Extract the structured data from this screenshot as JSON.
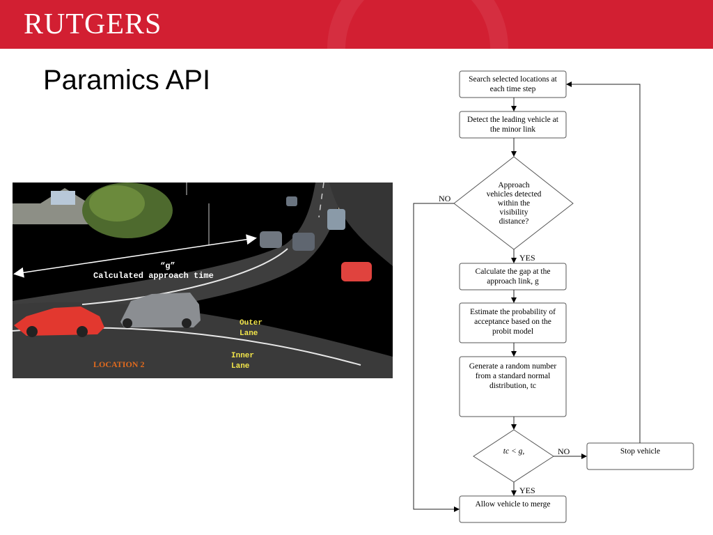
{
  "header": {
    "logo": "RUTGERS"
  },
  "slide": {
    "title": "Paramics API"
  },
  "scene": {
    "annotation_g": "“g”",
    "annotation_text": "Calculated approach time",
    "outer_lane_1": "Outer",
    "outer_lane_2": "Lane",
    "inner_lane_1": "Inner",
    "inner_lane_2": "Lane",
    "location": "LOCATION 2"
  },
  "flowchart": {
    "search": [
      "Search selected locations at",
      "each time step"
    ],
    "detect": [
      "Detect the leading vehicle at",
      "the minor link"
    ],
    "decision1": [
      "Approach",
      "vehicles detected",
      "within the",
      "visibility",
      "distance?"
    ],
    "calculate": [
      "Calculate the gap at the",
      "approach link, g"
    ],
    "estimate": [
      "Estimate the probability of",
      "acceptance based on the",
      "probit model"
    ],
    "generate": [
      "Generate a random number",
      "from a standard normal",
      "distribution, tc"
    ],
    "decision2": "tc < g,",
    "stop": "Stop vehicle",
    "merge": "Allow vehicle to merge",
    "yes_label": "YES",
    "no_label": "NO"
  }
}
